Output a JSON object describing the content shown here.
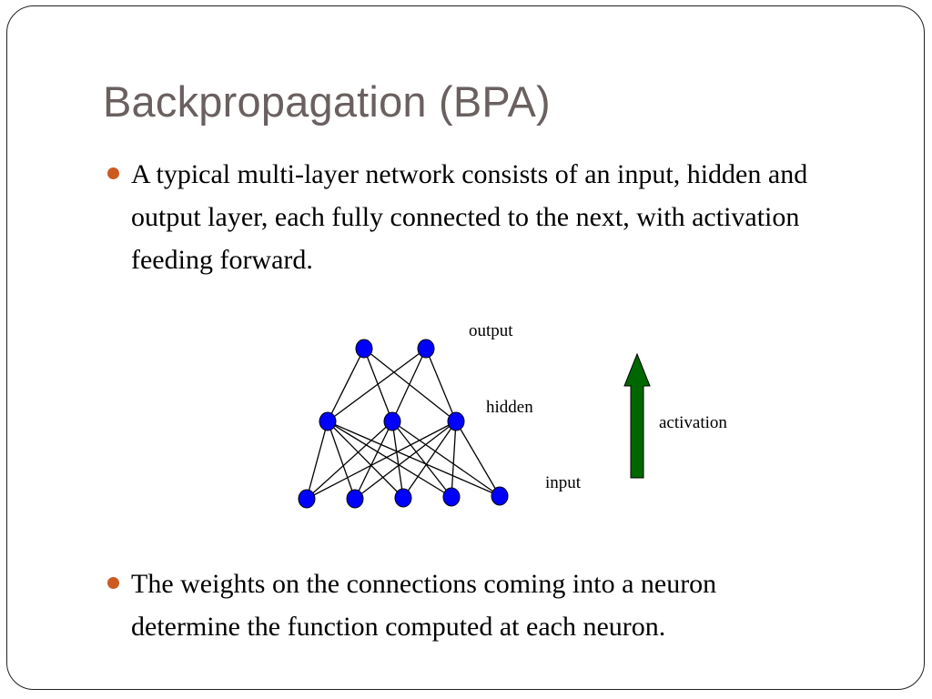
{
  "slide": {
    "title": "Backpropagation (BPA)",
    "bullets": [
      "A typical multi-layer network consists of an input, hidden and output layer, each fully connected to the next, with activation feeding forward.",
      "The weights on the connections coming into a neuron determine the function computed at each neuron."
    ]
  },
  "diagram": {
    "labels": {
      "output": "output",
      "hidden": "hidden",
      "input": "input",
      "activation": "activation"
    },
    "layers": {
      "output_nodes": 2,
      "hidden_nodes": 3,
      "input_nodes": 5
    },
    "colors": {
      "node_fill": "#0000ff",
      "edge": "#000000",
      "arrow_fill": "#006600",
      "bullet": "#cc5a1f",
      "title": "#6a6060"
    }
  }
}
